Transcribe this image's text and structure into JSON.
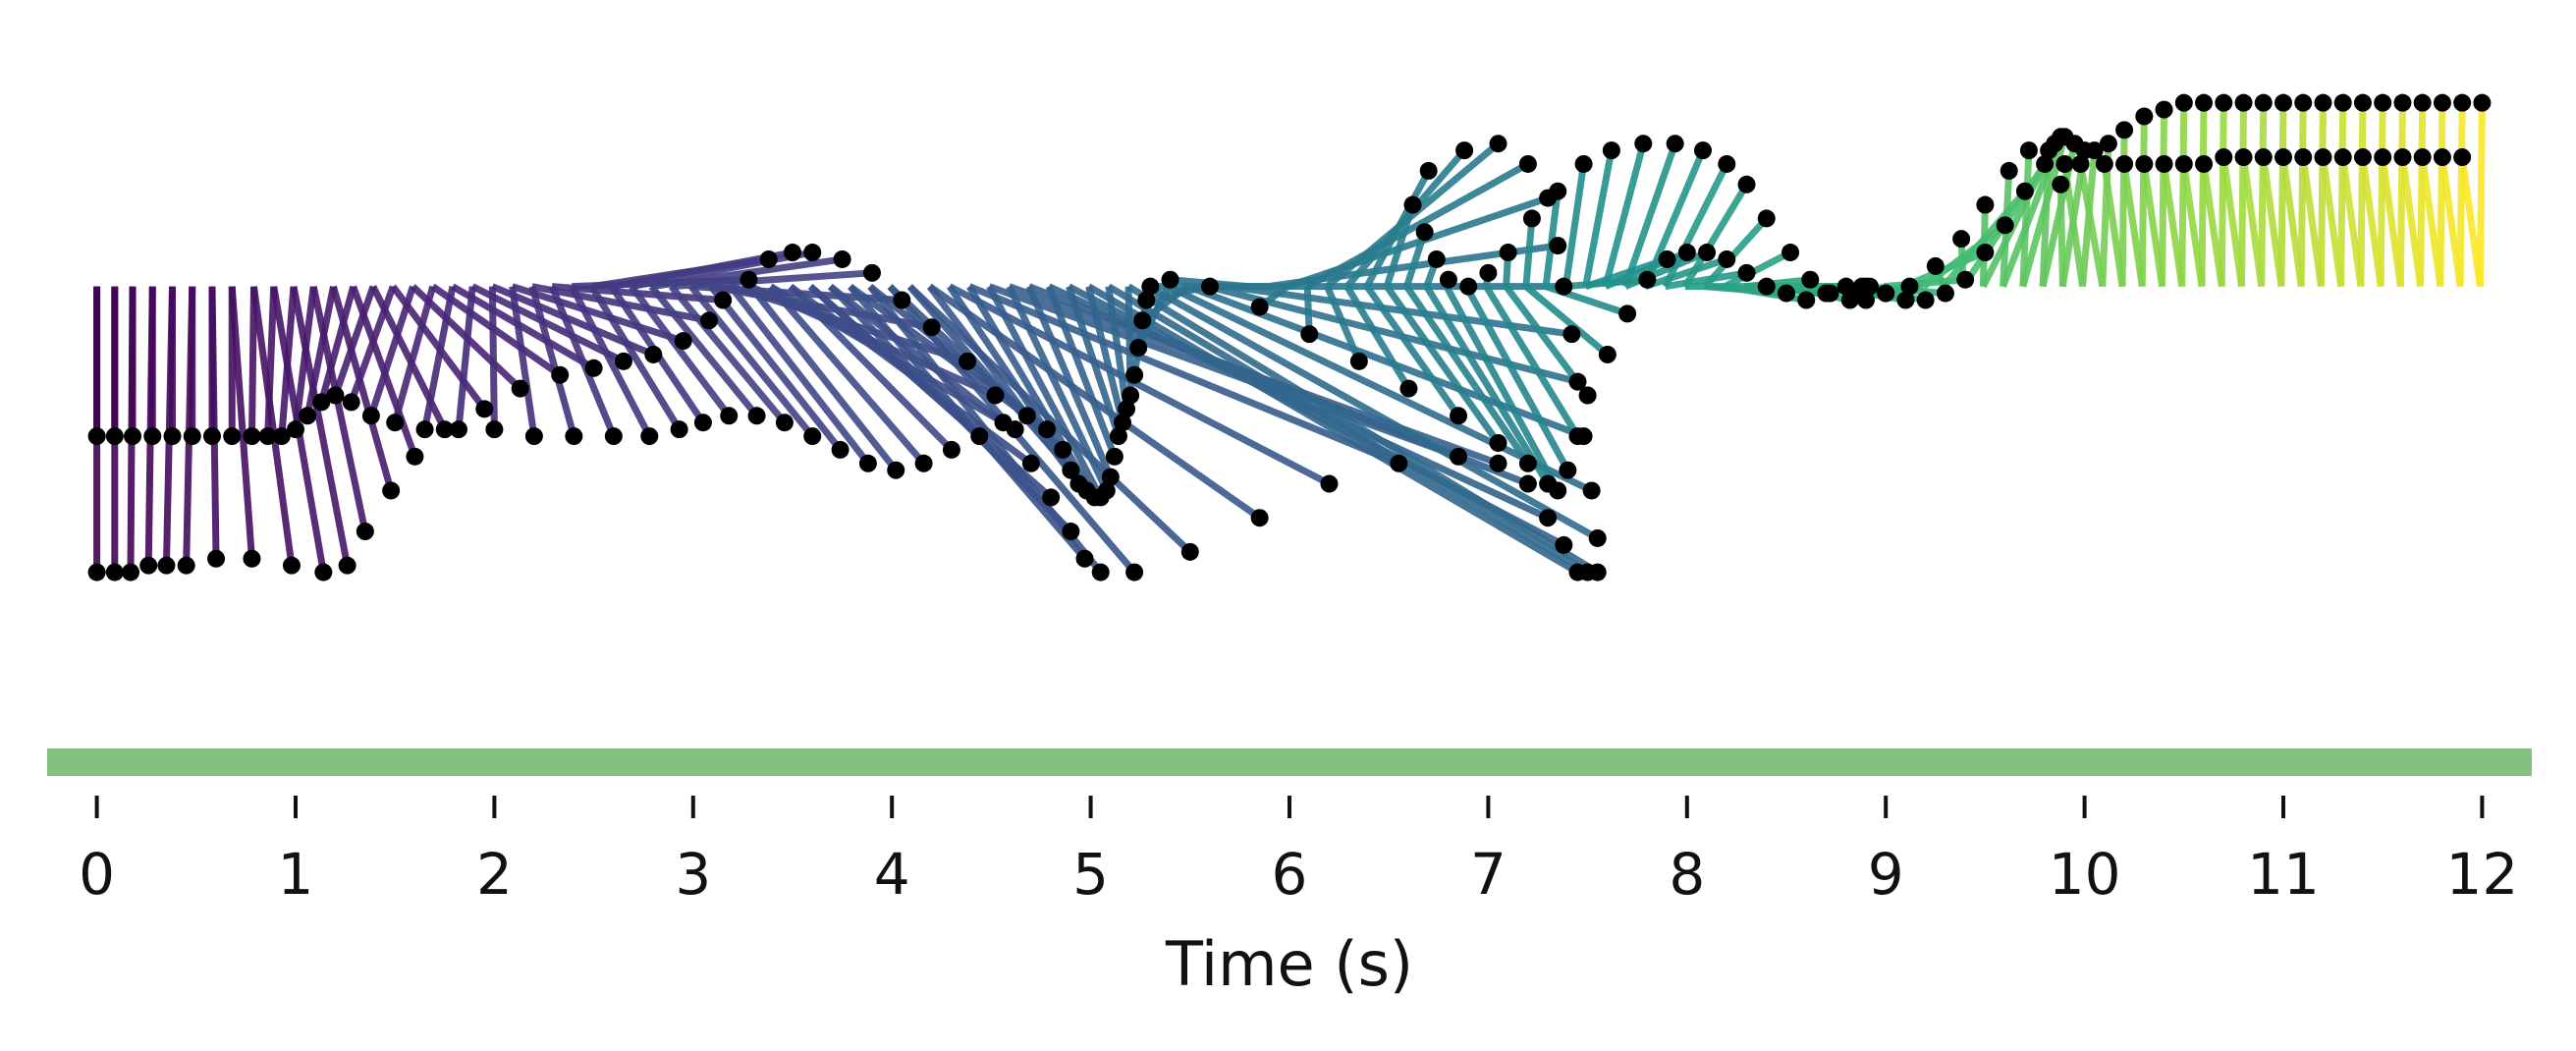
{
  "chart_data": {
    "type": "line",
    "xlabel": "Time (s)",
    "ylabel": "",
    "xlim": [
      -0.25,
      12.25
    ],
    "ylim": [
      -0.22,
      0.74
    ],
    "grid": false,
    "colormap": "viridis",
    "pendulum_pivot_height": 0.42,
    "ground_color": "#85c080",
    "marker_color": "#000000",
    "x_ticks": [
      0,
      1,
      2,
      3,
      4,
      5,
      6,
      7,
      8,
      9,
      10,
      11,
      12
    ],
    "x_tick_labels": [
      "0",
      "1",
      "2",
      "3",
      "4",
      "5",
      "6",
      "7",
      "8",
      "9",
      "10",
      "11",
      "12"
    ],
    "series": [
      {
        "x": [
          0.0,
          0.09,
          0.18,
          0.28,
          0.38,
          0.48,
          0.58,
          0.68,
          0.79,
          0.89,
          0.99,
          1.09,
          1.19,
          1.29,
          1.39,
          1.49,
          1.59,
          1.69,
          1.79,
          1.89,
          1.99,
          2.09,
          2.19,
          2.29,
          2.39,
          2.49,
          2.59,
          2.69,
          2.79,
          2.89,
          2.99,
          3.09,
          3.19,
          3.29,
          3.39,
          3.49,
          3.59,
          3.69,
          3.79,
          3.89,
          3.99,
          4.09,
          4.19,
          4.29,
          4.39,
          4.49,
          4.59,
          4.69,
          4.79,
          4.89,
          4.99,
          5.09,
          5.19,
          5.29,
          5.39,
          5.49,
          5.59,
          5.69,
          5.79,
          5.89,
          5.99,
          6.09,
          6.19,
          6.29,
          6.39,
          6.49,
          6.59,
          6.69,
          6.79,
          6.89,
          6.99,
          7.09,
          7.19,
          7.29,
          7.39,
          7.49,
          7.59,
          7.69,
          7.79,
          7.89,
          7.99,
          8.09,
          8.19,
          8.29,
          8.39,
          8.49,
          8.59,
          8.69,
          8.79,
          8.89,
          8.99,
          9.09,
          9.19,
          9.29,
          9.39,
          9.49,
          9.59,
          9.69,
          9.79,
          9.89,
          9.99,
          10.09,
          10.19,
          10.29,
          10.39,
          10.49,
          10.59,
          10.69,
          10.79,
          10.89,
          10.99,
          11.09,
          11.19,
          11.29,
          11.39,
          11.49,
          11.59,
          11.69,
          11.79,
          11.89,
          11.99
        ],
        "pivot_x": [
          0.0,
          0.09,
          0.18,
          0.28,
          0.38,
          0.48,
          0.58,
          0.68,
          0.79,
          0.89,
          0.99,
          1.09,
          1.19,
          1.29,
          1.39,
          1.49,
          1.59,
          1.69,
          1.79,
          1.89,
          1.99,
          2.09,
          2.19,
          2.29,
          2.39,
          2.49,
          2.59,
          2.69,
          2.79,
          2.89,
          2.99,
          3.09,
          3.19,
          3.29,
          3.39,
          3.49,
          3.59,
          3.69,
          3.79,
          3.89,
          3.99,
          4.09,
          4.19,
          4.29,
          4.39,
          4.49,
          4.59,
          4.69,
          4.79,
          4.89,
          4.99,
          5.09,
          5.19,
          5.29,
          5.39,
          5.49,
          5.59,
          5.69,
          5.79,
          5.89,
          5.99,
          6.09,
          6.19,
          6.29,
          6.39,
          6.49,
          6.59,
          6.69,
          6.79,
          6.89,
          6.99,
          7.09,
          7.19,
          7.29,
          7.39,
          7.49,
          7.59,
          7.69,
          7.79,
          7.89,
          7.99,
          8.09,
          8.19,
          8.29,
          8.39,
          8.49,
          8.59,
          8.69,
          8.79,
          8.89,
          8.99,
          9.09,
          9.19,
          9.29,
          9.39,
          9.49,
          9.59,
          9.69,
          9.79,
          9.89,
          9.99,
          10.09,
          10.19,
          10.29,
          10.39,
          10.49,
          10.59,
          10.69,
          10.79,
          10.89,
          10.99,
          11.09,
          11.19,
          11.29,
          11.39,
          11.49,
          11.59,
          11.69,
          11.79,
          11.89,
          11.99
        ],
        "bob_x": [
          0.0,
          0.09,
          0.17,
          0.26,
          0.35,
          0.45,
          0.6,
          0.78,
          0.98,
          1.14,
          1.26,
          1.35,
          1.48,
          1.6,
          1.75,
          1.95,
          2.13,
          2.33,
          2.5,
          2.65,
          2.8,
          2.95,
          3.08,
          3.15,
          3.28,
          3.38,
          3.5,
          3.6,
          3.75,
          3.9,
          4.05,
          4.2,
          4.38,
          4.52,
          4.62,
          4.7,
          4.8,
          4.9,
          4.97,
          5.05,
          5.22,
          5.5,
          5.85,
          6.2,
          6.55,
          6.85,
          7.05,
          7.2,
          7.3,
          7.38,
          7.45,
          7.5,
          7.55,
          7.55,
          7.52,
          7.48,
          7.45,
          7.42,
          7.38,
          7.35,
          7.3,
          7.2,
          7.05,
          6.88,
          6.7,
          6.62,
          6.68,
          6.74,
          6.8,
          6.9,
          7.0,
          7.1,
          7.22,
          7.35,
          7.48,
          7.62,
          7.78,
          7.94,
          8.08,
          8.2,
          8.3,
          8.4,
          8.52,
          8.62,
          8.72,
          8.82,
          8.88,
          8.92,
          8.88,
          8.85,
          8.9,
          9.0,
          9.12,
          9.25,
          9.38,
          9.5,
          9.62,
          9.72,
          9.82,
          9.88,
          9.9,
          9.98,
          10.1,
          10.2,
          10.3,
          10.4,
          10.5,
          10.6,
          10.7,
          10.8,
          10.9,
          11.0,
          11.1,
          11.2,
          11.3,
          11.4,
          11.5,
          11.6,
          11.7,
          11.8,
          11.9
        ],
        "y": [
          0.0,
          0.0,
          0.0,
          0.01,
          0.01,
          0.01,
          0.02,
          0.02,
          0.01,
          0.0,
          0.01,
          0.06,
          0.12,
          0.17,
          0.21,
          0.24,
          0.27,
          0.29,
          0.3,
          0.31,
          0.32,
          0.34,
          0.37,
          0.4,
          0.43,
          0.46,
          0.47,
          0.47,
          0.46,
          0.44,
          0.4,
          0.36,
          0.31,
          0.26,
          0.21,
          0.16,
          0.11,
          0.06,
          0.02,
          0.0,
          0.0,
          0.03,
          0.08,
          0.13,
          0.16,
          0.17,
          0.16,
          0.13,
          0.08,
          0.04,
          0.0,
          0.0,
          0.0,
          0.05,
          0.12,
          0.2,
          0.28,
          0.35,
          0.42,
          0.48,
          0.55,
          0.6,
          0.63,
          0.62,
          0.59,
          0.54,
          0.5,
          0.46,
          0.43,
          0.42,
          0.44,
          0.47,
          0.52,
          0.56,
          0.6,
          0.62,
          0.63,
          0.63,
          0.62,
          0.6,
          0.57,
          0.52,
          0.47,
          0.43,
          0.41,
          0.4,
          0.41,
          0.42,
          0.42,
          0.41,
          0.4,
          0.41,
          0.42,
          0.45,
          0.49,
          0.54,
          0.59,
          0.62,
          0.62,
          0.57,
          0.6,
          0.6,
          0.6,
          0.6,
          0.6,
          0.6,
          0.6,
          0.6,
          0.61,
          0.61,
          0.61,
          0.61,
          0.61,
          0.61,
          0.61,
          0.61,
          0.61,
          0.61,
          0.61,
          0.61,
          0.61
        ]
      },
      {
        "x": [
          0.0,
          0.09,
          0.18,
          0.28,
          0.38,
          0.48,
          0.58,
          0.68,
          0.79,
          0.89,
          0.99,
          1.09,
          1.19,
          1.29,
          1.39,
          1.49,
          1.59,
          1.69,
          1.79,
          1.89,
          1.99,
          2.09,
          2.19,
          2.29,
          2.39,
          2.49,
          2.59,
          2.69,
          2.79,
          2.89,
          2.99,
          3.09,
          3.19,
          3.29,
          3.39,
          3.49,
          3.59,
          3.69,
          3.79,
          3.89,
          3.99,
          4.09,
          4.19,
          4.29,
          4.39,
          4.49,
          4.59,
          4.69,
          4.79,
          4.89,
          4.99,
          5.09,
          5.19,
          5.29,
          5.39,
          5.49,
          5.59,
          5.69,
          5.79,
          5.89,
          5.99,
          6.09,
          6.19,
          6.29,
          6.39,
          6.49,
          6.59,
          6.69,
          6.79,
          6.89,
          6.99,
          7.09,
          7.19,
          7.29,
          7.39,
          7.49,
          7.59,
          7.69,
          7.79,
          7.89,
          7.99,
          8.09,
          8.19,
          8.29,
          8.39,
          8.49,
          8.59,
          8.69,
          8.79,
          8.89,
          8.99,
          9.09,
          9.19,
          9.29,
          9.39,
          9.49,
          9.59,
          9.69,
          9.79,
          9.89,
          9.99,
          10.09,
          10.19,
          10.29,
          10.39,
          10.49,
          10.59,
          10.69,
          10.79,
          10.89,
          10.99,
          11.09,
          11.19,
          11.29,
          11.39,
          11.49,
          11.59,
          11.69,
          11.79,
          11.89,
          11.99
        ],
        "pivot_x": [
          0.0,
          0.09,
          0.18,
          0.28,
          0.38,
          0.48,
          0.58,
          0.68,
          0.79,
          0.89,
          0.99,
          1.09,
          1.19,
          1.29,
          1.39,
          1.49,
          1.59,
          1.69,
          1.79,
          1.89,
          1.99,
          2.09,
          2.19,
          2.29,
          2.39,
          2.49,
          2.59,
          2.69,
          2.79,
          2.89,
          2.99,
          3.09,
          3.19,
          3.29,
          3.39,
          3.49,
          3.59,
          3.69,
          3.79,
          3.89,
          3.99,
          4.09,
          4.19,
          4.29,
          4.39,
          4.49,
          4.59,
          4.69,
          4.79,
          4.89,
          4.99,
          5.09,
          5.19,
          5.29,
          5.39,
          5.49,
          5.59,
          5.69,
          5.79,
          5.89,
          5.99,
          6.09,
          6.19,
          6.29,
          6.39,
          6.49,
          6.59,
          6.69,
          6.79,
          6.89,
          6.99,
          7.09,
          7.19,
          7.29,
          7.39,
          7.49,
          7.59,
          7.69,
          7.79,
          7.89,
          7.99,
          8.09,
          8.19,
          8.29,
          8.39,
          8.49,
          8.59,
          8.69,
          8.79,
          8.89,
          8.99,
          9.09,
          9.19,
          9.29,
          9.39,
          9.49,
          9.59,
          9.69,
          9.79,
          9.89,
          9.99,
          10.09,
          10.19,
          10.29,
          10.39,
          10.49,
          10.59,
          10.69,
          10.79,
          10.89,
          10.99,
          11.09,
          11.19,
          11.29,
          11.39,
          11.49,
          11.59,
          11.69,
          11.79,
          11.89,
          11.99
        ],
        "bob_x": [
          0.0,
          0.09,
          0.18,
          0.28,
          0.38,
          0.48,
          0.58,
          0.68,
          0.78,
          0.86,
          0.93,
          1.0,
          1.06,
          1.13,
          1.2,
          1.28,
          1.38,
          1.5,
          1.65,
          1.82,
          2.0,
          2.2,
          2.4,
          2.6,
          2.78,
          2.93,
          3.05,
          3.18,
          3.32,
          3.46,
          3.6,
          3.74,
          3.88,
          4.02,
          4.16,
          4.3,
          4.44,
          4.56,
          4.68,
          4.78,
          4.86,
          4.9,
          4.94,
          4.98,
          5.02,
          5.05,
          5.08,
          5.1,
          5.12,
          5.14,
          5.16,
          5.18,
          5.2,
          5.22,
          5.24,
          5.26,
          5.28,
          5.3,
          5.4,
          5.6,
          5.85,
          6.1,
          6.35,
          6.6,
          6.85,
          7.05,
          7.2,
          7.3,
          7.35,
          7.4,
          7.45,
          7.5,
          7.6,
          7.7,
          7.8,
          7.9,
          8.0,
          8.1,
          8.2,
          8.3,
          8.4,
          8.5,
          8.6,
          8.7,
          8.8,
          8.9,
          9.0,
          9.1,
          9.2,
          9.3,
          9.4,
          9.5,
          9.6,
          9.7,
          9.8,
          9.85,
          9.88,
          9.9,
          9.95,
          10.0,
          10.05,
          10.12,
          10.2,
          10.3,
          10.4,
          10.5,
          10.6,
          10.7,
          10.8,
          10.9,
          11.0,
          11.1,
          11.2,
          11.3,
          11.4,
          11.5,
          11.6,
          11.7,
          11.8,
          11.9,
          12.0
        ],
        "y": [
          0.2,
          0.2,
          0.2,
          0.2,
          0.2,
          0.2,
          0.2,
          0.2,
          0.2,
          0.2,
          0.2,
          0.21,
          0.23,
          0.25,
          0.26,
          0.25,
          0.23,
          0.22,
          0.21,
          0.21,
          0.21,
          0.2,
          0.2,
          0.2,
          0.2,
          0.21,
          0.22,
          0.23,
          0.23,
          0.22,
          0.2,
          0.18,
          0.16,
          0.15,
          0.16,
          0.18,
          0.2,
          0.22,
          0.23,
          0.21,
          0.18,
          0.15,
          0.13,
          0.12,
          0.11,
          0.11,
          0.12,
          0.14,
          0.17,
          0.2,
          0.22,
          0.24,
          0.26,
          0.29,
          0.33,
          0.37,
          0.4,
          0.42,
          0.43,
          0.42,
          0.39,
          0.35,
          0.31,
          0.27,
          0.23,
          0.19,
          0.16,
          0.13,
          0.12,
          0.15,
          0.2,
          0.26,
          0.32,
          0.38,
          0.43,
          0.46,
          0.47,
          0.47,
          0.46,
          0.44,
          0.42,
          0.41,
          0.4,
          0.41,
          0.42,
          0.42,
          0.41,
          0.4,
          0.4,
          0.41,
          0.43,
          0.47,
          0.51,
          0.56,
          0.6,
          0.63,
          0.64,
          0.64,
          0.63,
          0.62,
          0.62,
          0.63,
          0.65,
          0.67,
          0.68,
          0.69,
          0.69,
          0.69,
          0.69,
          0.69,
          0.69,
          0.69,
          0.69,
          0.69,
          0.69,
          0.69,
          0.69,
          0.69,
          0.69,
          0.69,
          0.69
        ]
      }
    ]
  }
}
